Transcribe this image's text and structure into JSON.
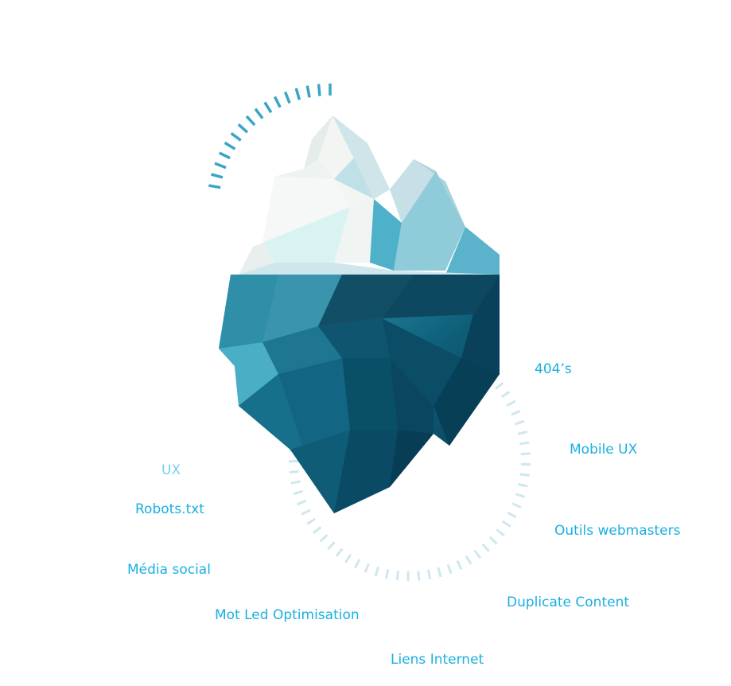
{
  "colors": {
    "label_text": "#1ab0e0",
    "gauge_top": "#39a6c4",
    "gauge_bottom": "#cfe7ef",
    "ice_top": "#f3f6f5",
    "ice_mid": "#7ec3d2",
    "ice_dark": "#053d55"
  },
  "labels": {
    "item_404": "404’s",
    "mobile_ux": "Mobile UX",
    "outils": "Outils webmasters",
    "duplicate": "Duplicate Content",
    "liens": "Liens Internet",
    "mot": "Mot Led Optimisation",
    "media": "Média social",
    "robots": "Robots.txt",
    "ux": "UX"
  }
}
